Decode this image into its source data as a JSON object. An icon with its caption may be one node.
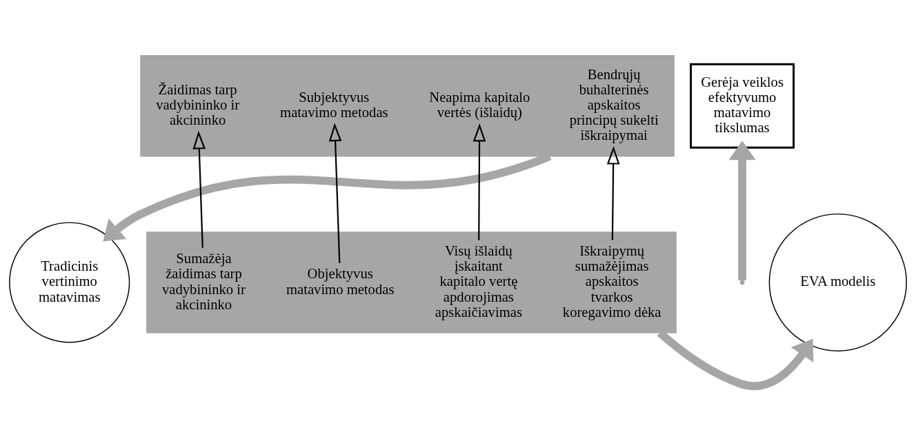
{
  "diagram": {
    "nodes": [
      {
        "text": [
          "Tradicinis vertinimo matavimas"
        ]
      },
      {
        "text": [],
        "shape": "band"
      },
      {
        "text": [
          "Bendrųjų buhalterinės apskaitos principų sukelti iškraipymai"
        ],
        "in": 1
      },
      {
        "text": [
          "Neapima kapitalo vertės (išlaidų)"
        ],
        "in": 1
      },
      {
        "text": [
          "Subjektyvus matavimo metodas"
        ],
        "in": 1
      },
      {
        "text": [
          "Žaidimas tarp vadybininko ir akcininko"
        ],
        "in": 1
      },
      {
        "text": [
          "Gerėja veiklos efektyvumo matavimo tikslumas"
        ]
      },
      {
        "text": [
          "EVA modelis"
        ]
      },
      {
        "text": [],
        "shape": "band"
      },
      {
        "text": [
          "Iškraipymų sumažėjimas apskaitos tvarkos koregavimo dėka"
        ],
        "in": 8
      },
      {
        "text": [
          "Visų išlaidų įskaitant kapitalo vertę apdorojimas apskaičiavimas"
        ],
        "in": 8
      },
      {
        "text": [
          "Objektyvus matavimo metodas"
        ],
        "in": 8
      },
      {
        "text": [
          "Sumažėja žaidimas tarp vadybininko ir akcininko"
        ],
        "in": 8
      }
    ],
    "edges": [
      {
        "from": 1,
        "to": 0,
        "arrow": "to",
        "style": "thick",
        "color": "#a6a6a6"
      },
      {
        "from": 9,
        "to": 2,
        "arrow": "to"
      },
      {
        "from": 10,
        "to": 3,
        "arrow": "to"
      },
      {
        "from": 11,
        "to": 4,
        "arrow": "to"
      },
      {
        "from": 12,
        "to": 5,
        "arrow": "to"
      },
      {
        "from": null,
        "to": 6,
        "arrow": "to",
        "style": "thick",
        "color": "#a6a6a6"
      },
      {
        "from": 8,
        "to": 7,
        "arrow": "to",
        "style": "thick",
        "color": "#a6a6a6"
      }
    ]
  }
}
